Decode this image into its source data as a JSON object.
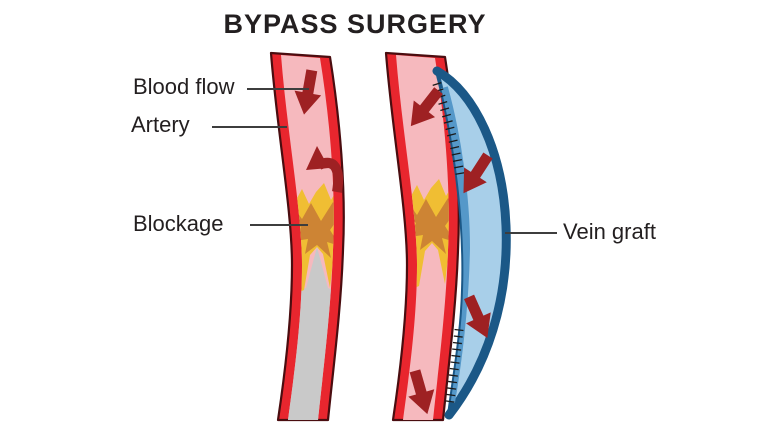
{
  "title": "BYPASS SURGERY",
  "labels": {
    "blood_flow": "Blood flow",
    "artery": "Artery",
    "blockage": "Blockage",
    "vein_graft": "Vein graft"
  },
  "colors": {
    "background": "#ffffff",
    "text": "#231f20",
    "leader-line": "#3d3d3d",
    "artery-wall": "#e8262e",
    "artery-outline": "#4a0d10",
    "lumen-pink": "#f6b9be",
    "flow-arrow": "#9e2123",
    "plaque-yellow": "#f0be33",
    "plaque-orange": "#cd8434",
    "stagnant-gray": "#c9c9c9",
    "vein-outline": "#1b5887",
    "vein-fill": "#a8cfe9",
    "vein-shade": "#5598c9",
    "suture": "#1a1a1a"
  }
}
